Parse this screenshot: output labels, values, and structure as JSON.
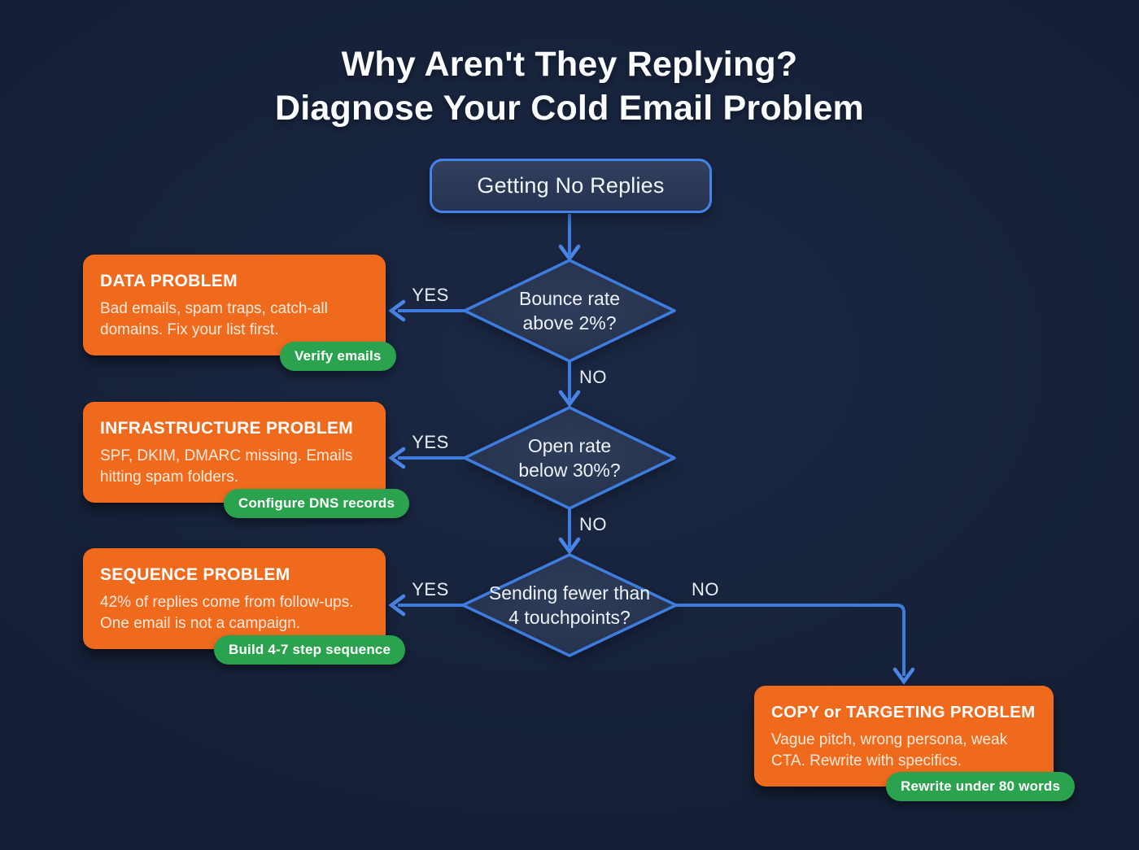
{
  "title": {
    "line1": "Why Aren't They Replying?",
    "line2": "Diagnose Your Cold Email Problem"
  },
  "start_node": {
    "label": "Getting No Replies"
  },
  "decisions": [
    {
      "line1": "Bounce rate",
      "line2": "above 2%?",
      "yes_label": "YES",
      "no_label": "NO"
    },
    {
      "line1": "Open rate",
      "line2": "below 30%?",
      "yes_label": "YES",
      "no_label": "NO"
    },
    {
      "line1": "Sending fewer than",
      "line2": "4 touchpoints?",
      "yes_label": "YES",
      "no_label": "NO"
    }
  ],
  "problems": [
    {
      "title": "DATA PROBLEM",
      "description": "Bad emails, spam traps, catch-all domains. Fix your list first.",
      "action": "Verify emails"
    },
    {
      "title": "INFRASTRUCTURE PROBLEM",
      "description": "SPF, DKIM, DMARC missing. Emails hitting spam folders.",
      "action": "Configure DNS records"
    },
    {
      "title": "SEQUENCE PROBLEM",
      "description": "42% of replies come from follow-ups. One email is not a campaign.",
      "action": "Build 4-7 step sequence"
    },
    {
      "title": "COPY or TARGETING PROBLEM",
      "description": "Vague pitch, wrong persona, weak CTA. Rewrite with specifics.",
      "action": "Rewrite under 80 words"
    }
  ],
  "colors": {
    "background": "#162138",
    "blue": "#3e7ce0",
    "blue-bright": "#4a86e8",
    "orange": "#f06a1e",
    "green": "#2aa24e"
  }
}
